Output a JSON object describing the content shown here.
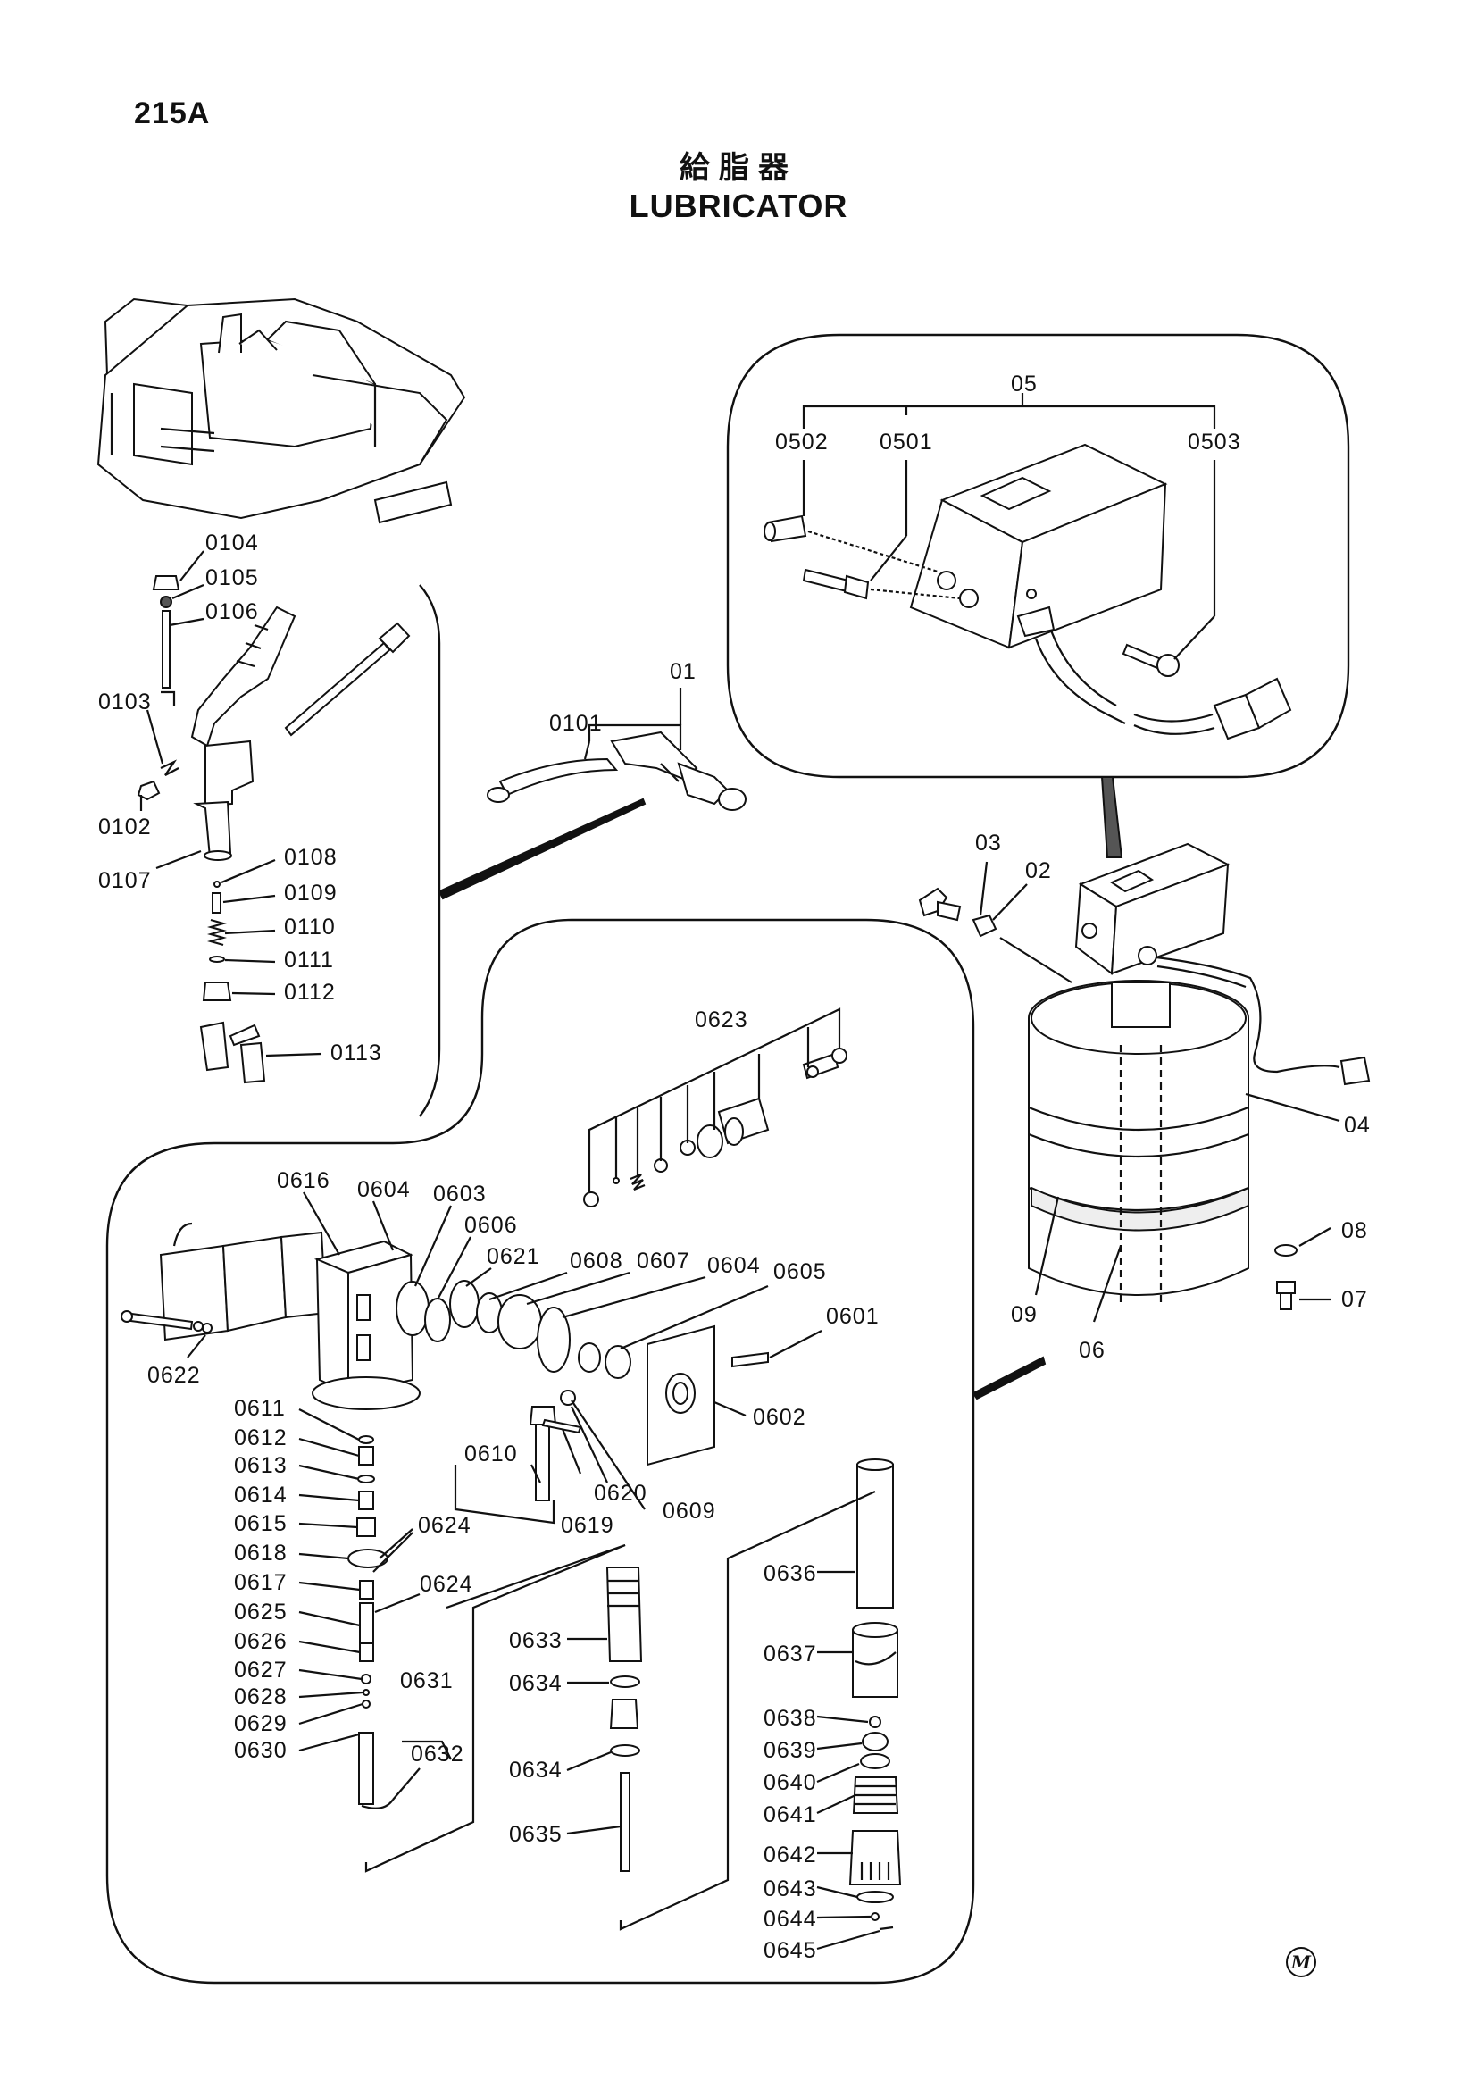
{
  "header": {
    "page_code": "215A",
    "title_cn": "給脂器",
    "title_en": "LUBRICATOR"
  },
  "parts": {
    "p0104": "0104",
    "p0105": "0105",
    "p0106": "0106",
    "p0103": "0103",
    "p0102": "0102",
    "p0107": "0107",
    "p0108": "0108",
    "p0109": "0109",
    "p0110": "0110",
    "p0111": "0111",
    "p0112": "0112",
    "p0113": "0113",
    "p01": "01",
    "p0101": "0101",
    "p05": "05",
    "p0502": "0502",
    "p0501": "0501",
    "p0503": "0503",
    "p03": "03",
    "p02": "02",
    "p04": "04",
    "p08": "08",
    "p07": "07",
    "p09": "09",
    "p06": "06",
    "p0623": "0623",
    "p0616": "0616",
    "p0604a": "0604",
    "p0603": "0603",
    "p0606": "0606",
    "p0621": "0621",
    "p0608": "0608",
    "p0607": "0607",
    "p0604b": "0604",
    "p0605": "0605",
    "p0601": "0601",
    "p0622": "0622",
    "p0602": "0602",
    "p0611": "0611",
    "p0612": "0612",
    "p0613": "0613",
    "p0614": "0614",
    "p0615": "0615",
    "p0618": "0618",
    "p0617": "0617",
    "p0625": "0625",
    "p0626": "0626",
    "p0627": "0627",
    "p0628": "0628",
    "p0629": "0629",
    "p0630": "0630",
    "p0624a": "0624",
    "p0624b": "0624",
    "p0610": "0610",
    "p0619": "0619",
    "p0620": "0620",
    "p0609": "0609",
    "p0631": "0631",
    "p0632": "0632",
    "p0633": "0633",
    "p0634a": "0634",
    "p0634b": "0634",
    "p0635": "0635",
    "p0636": "0636",
    "p0637": "0637",
    "p0638": "0638",
    "p0639": "0639",
    "p0640": "0640",
    "p0641": "0641",
    "p0642": "0642",
    "p0643": "0643",
    "p0644": "0644",
    "p0645": "0645"
  },
  "logo": {
    "mark": "M"
  }
}
